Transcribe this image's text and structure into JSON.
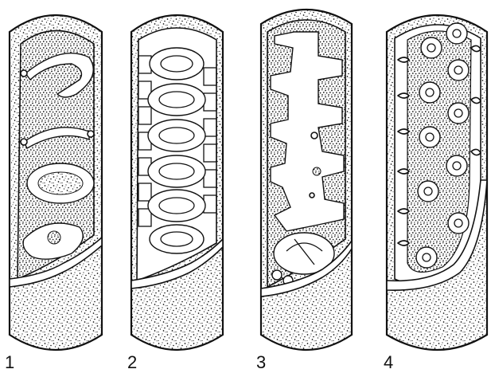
{
  "figure": {
    "panels": [
      {
        "label": "1"
      },
      {
        "label": "2"
      },
      {
        "label": "3"
      },
      {
        "label": "4"
      }
    ],
    "colors": {
      "ink": "#111111",
      "paper": "#ffffff"
    }
  }
}
